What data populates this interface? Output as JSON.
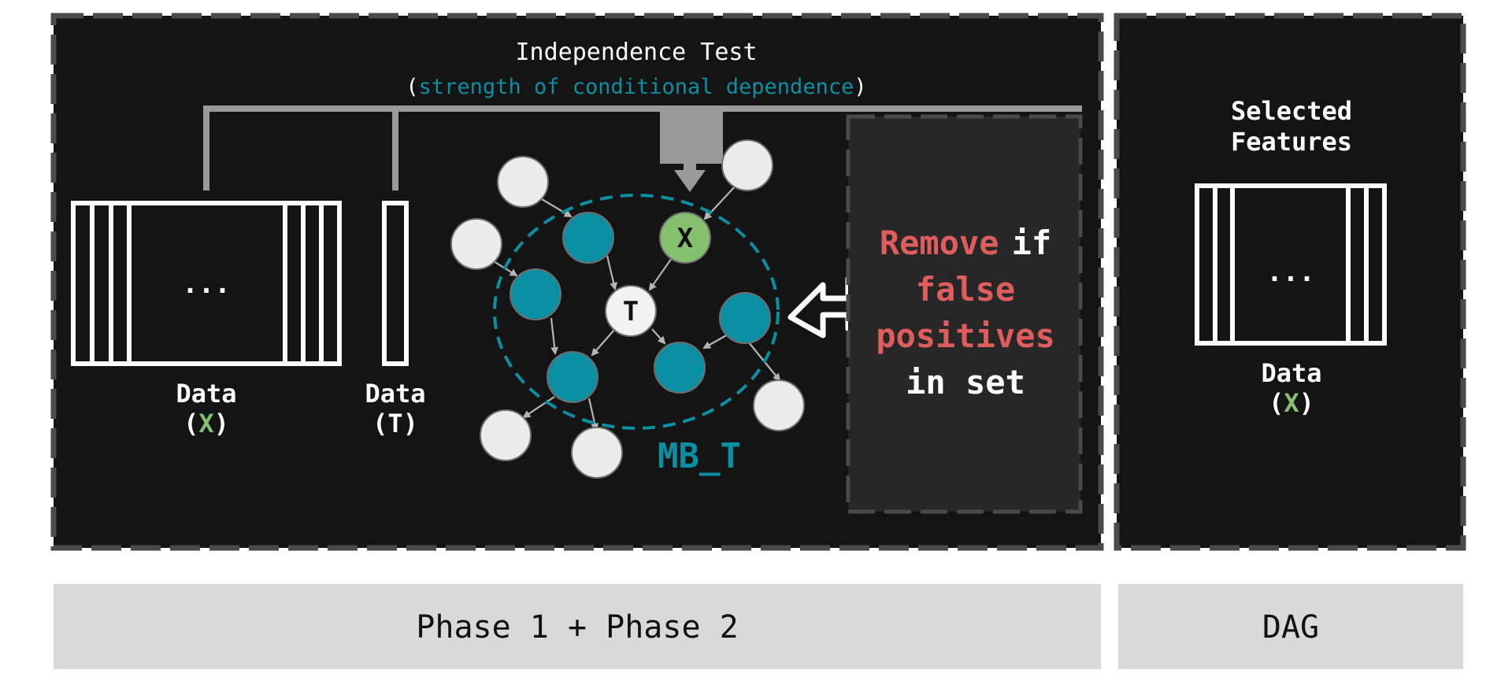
{
  "colors": {
    "panel_bg": "#141414",
    "panel_border": "#4a4a4a",
    "inner_panel_bg": "#272727",
    "teal": "#0a8fa3",
    "green": "#86c16f",
    "red": "#e05d5d",
    "white_node": "#ececec",
    "phase_bg": "#d9d9d9",
    "connector": "#9a9a9a"
  },
  "independence_test": {
    "title": "Independence Test",
    "paren_open": "(",
    "subtitle": "strength of conditional dependence",
    "paren_close": ")"
  },
  "data_x": {
    "ellipsis": "...",
    "label_line1": "Data",
    "label_open": "(",
    "label_var": "X",
    "label_close": ")"
  },
  "data_t": {
    "label_line1": "Data",
    "label_line2": "(T)"
  },
  "graph": {
    "node_x_label": "X",
    "node_t_label": "T",
    "markov_blanket_label": "MB_T"
  },
  "removal_box": {
    "line1_red": "Remove",
    "line1_white": "if",
    "line2": "false",
    "line3": "positives",
    "line4": "in set"
  },
  "selected_panel": {
    "title_line1": "Selected",
    "title_line2": "Features",
    "ellipsis": "...",
    "label_line1": "Data",
    "label_open": "(",
    "label_var": "X",
    "label_close": ")"
  },
  "phases": {
    "left": "Phase 1 + Phase 2",
    "right": "DAG"
  }
}
